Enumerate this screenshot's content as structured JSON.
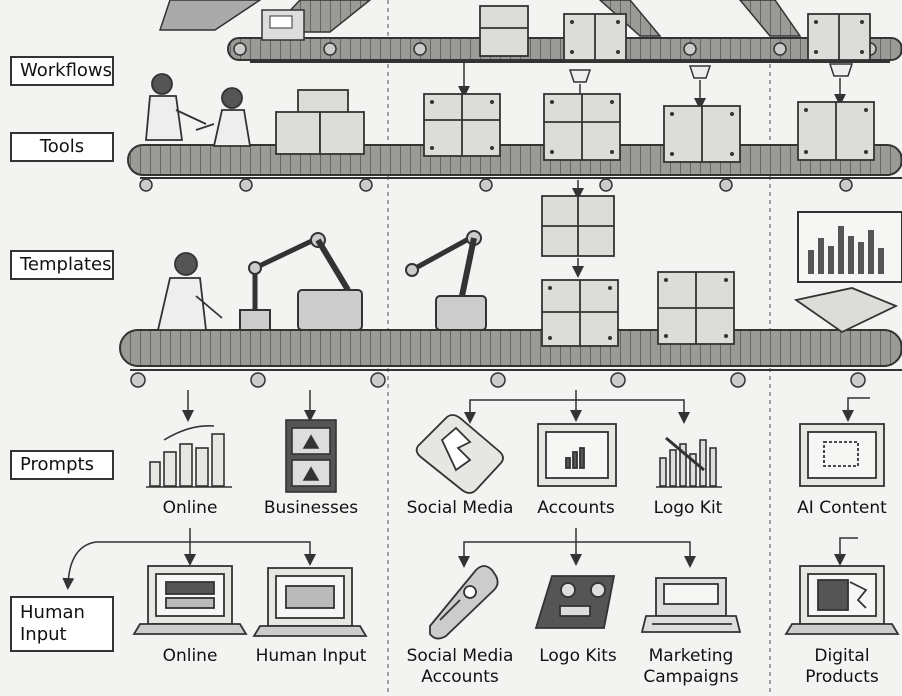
{
  "row_labels": {
    "workflows": "Workflows",
    "tools": "Tools",
    "templates": "Templates",
    "prompts": "Prompts",
    "human_input_line1": "Human",
    "human_input_line2": "Input"
  },
  "prompts_row": {
    "online": "Online",
    "businesses": "Businesses",
    "social_media": "Social Media",
    "accounts": "Accounts",
    "logo_kit": "Logo Kit",
    "ai_content": "AI Content"
  },
  "human_row": {
    "online": "Online",
    "human_input": "Human Input",
    "social_media_accounts_line1": "Social Media",
    "social_media_accounts_line2": "Accounts",
    "logo_kits": "Logo Kits",
    "marketing_campaigns_line1": "Marketing",
    "marketing_campaigns_line2": "Campaigns",
    "digital_products_line1": "Digital",
    "digital_products_line2": "Products"
  },
  "colors": {
    "ink": "#333333",
    "box_fill": "#dcdcd8",
    "belt_fill": "#8a8a86",
    "screen_fill": "#e6e6e2",
    "background": "#f3f3f1"
  }
}
